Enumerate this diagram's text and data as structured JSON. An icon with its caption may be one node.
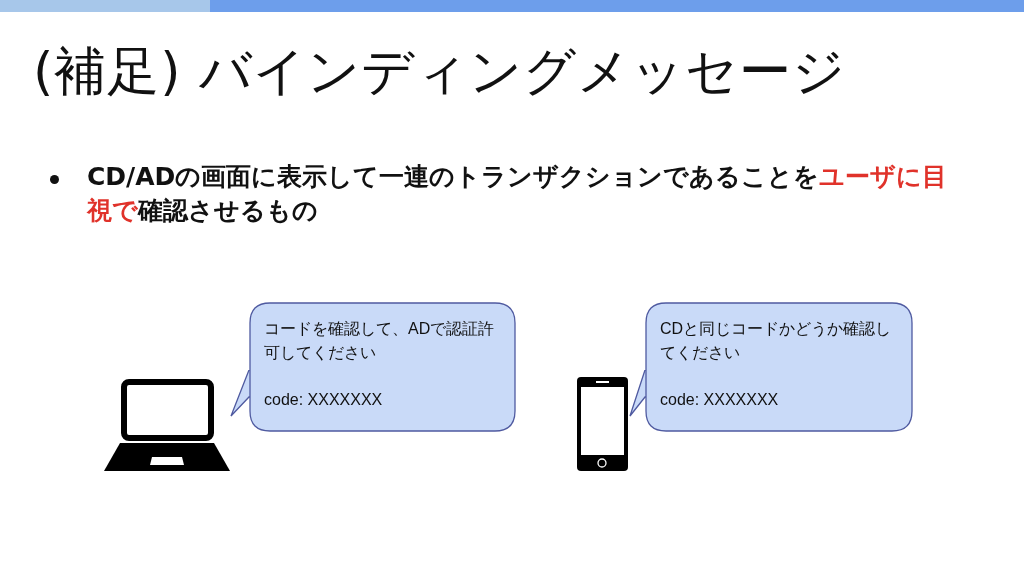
{
  "diagram": {
    "title": "(補足) バインディングメッセージ",
    "nodes": [
      {
        "text": [
          "コードを確認して、ADで認証許可してください",
          "code: XXXXXXX"
        ]
      },
      {
        "text": [
          "CDと同じコードかどうか確認してください",
          "code: XXXXXXX"
        ]
      }
    ],
    "labels": [
      "CD/ADの画面に表示して一連のトランザクションであることを**ユーザに目視で**確認させるもの"
    ]
  }
}
